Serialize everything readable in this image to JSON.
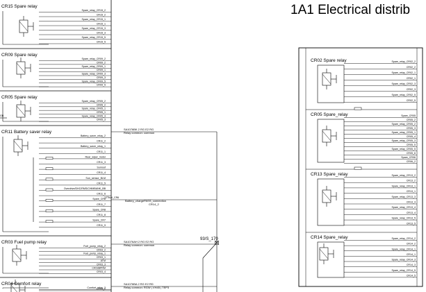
{
  "sheet": {
    "title": "1A1 Electrical distrib"
  },
  "left_panel": {
    "relays": [
      {
        "name": "CR15 Spare relay",
        "outputs": [
          "Spare_relay_CR15_2",
          "CR15_2",
          "Spare_relay_CR15_1",
          "CR15_1",
          "Spare_relay_CR15_3",
          "CR15_3",
          "Spare_relay_CR15_5",
          "CR15_5"
        ]
      },
      {
        "name": "CR09 Spare relay",
        "outputs": [
          "Spare_relay_CR09_2",
          "CR09_2",
          "Spare_relay_CR09_1",
          "CR09_1",
          "Spare_relay_CR09_3",
          "CR09_3",
          "Spare_relay_CR09_5",
          "CR09_5"
        ]
      },
      {
        "name": "CR05 Spare relay",
        "outputs": [
          "Spare_relay_CR05_2",
          "CR05_2",
          "Spare_relay_CR05_1",
          "CR05_1",
          "Spare_relay_CR05_3",
          "CR05_3"
        ]
      },
      {
        "name": "CR11 Battery saver relay",
        "outputs": [
          "Battery_saver_relay_2",
          "CR11_2",
          "Battery_saver_relay_1",
          "CR11_1",
          "Rear_wiper_motor",
          "CR11_3",
          "Sunroof",
          "CR11_4",
          "Sun_sensor_BLM",
          "CR11_5",
          "Overdrive/DHC/RMS/CHIMBANK_BB",
          "CR11_6",
          "Spare_CR6",
          "CR11_7",
          "Spare_CR8",
          "CR11_8",
          "Spare_CR7",
          "CR11_9"
        ]
      },
      {
        "name": "CR03 Fuel pump relay",
        "outputs": [
          "Fuel_pump_relay_2",
          "CR03_2",
          "Fuel_pump_relay_1",
          "CR03_1",
          "ATM",
          "CR03_3",
          "CR03BPRM",
          "CR03_4"
        ]
      },
      {
        "name": "CR04 Comfort relay",
        "outputs": [
          "Comfort_relay_2",
          "CR04_2"
        ]
      }
    ],
    "wire_labels": [
      {
        "code": "SA1076BK 2 RG E2 RG",
        "desc": "Relay common: common"
      },
      {
        "code": "SA1076AH 2 RG E2 RG",
        "desc": "Relay common: common"
      },
      {
        "code": "SA1076BA 2 RG E2 RD",
        "desc": "Relay common: RGW | VH45 | TEP3"
      }
    ],
    "signal_labels": [
      {
        "text": "Battery_chargePASS_connection"
      },
      {
        "text": "CR14_2"
      },
      {
        "text": "12Tfuel_CR6"
      }
    ],
    "junction": {
      "label": "93/S_170"
    },
    "edge_tag": "GB"
  },
  "right_panel": {
    "relays": [
      {
        "name": "CR02 Spare relay",
        "outputs": [
          "Spare_relay_CR02_2",
          "CR02_2",
          "Spare_relay_CR02_1",
          "CR02_1",
          "Spare_relay_CR02_3",
          "CR02_3",
          "Spare_relay_CR02_5",
          "CR02_5"
        ]
      },
      {
        "name": "CR05 Spare_relay",
        "outputs": [
          "Spare_CR05",
          "CR05_2",
          "Spare_relay_CR05_2",
          "CR05_3",
          "Spare_relay_CR05_1",
          "CR05_4",
          "Spare_relay_CR05_3",
          "CR05_5",
          "Spare_relay_CR05_5",
          "CR05_6",
          "Spare_CR06",
          "CR06_2"
        ]
      },
      {
        "name": "CR13 Spare_relay",
        "outputs": [
          "Spare_relay_CR13_2",
          "CR13_2",
          "Spare_relay_CR13_1",
          "CR13_1",
          "Spare_relay_CR13_3",
          "CR13_3",
          "Spare_relay_CR13_4",
          "CR13_4",
          "Spare_relay_CR13_5",
          "CR13_5"
        ]
      },
      {
        "name": "CR14 Spare_relay",
        "outputs": [
          "Spare_relay_CR14_2",
          "CR14_2",
          "Spare_relay_CR14_1",
          "CR14_1",
          "Spare_relay_CR14_3",
          "CR14_3",
          "Spare_relay_CR14_5",
          "CR14_5"
        ]
      }
    ]
  }
}
